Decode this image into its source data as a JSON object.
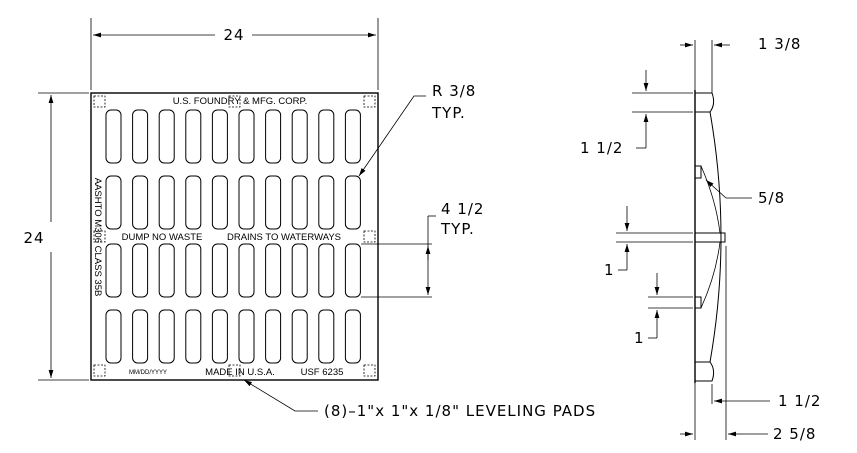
{
  "plan_view": {
    "width_dim": "24",
    "height_dim": "24",
    "top_text": "U.S. FOUNDRY & MFG. CORP.",
    "side_text": "AASHTO M306 CLASS 35B",
    "mid_left_text": "DUMP NO WASTE",
    "mid_right_text": "DRAINS TO WATERWAYS",
    "date_code": "MM/DD/YYYY",
    "made_in": "MADE IN U.S.A.",
    "part_no": "USF 6235",
    "radius_note_line1": "R 3/8",
    "radius_note_line2": "TYP.",
    "slot_note_line1": "4 1/2",
    "slot_note_line2": "TYP.",
    "pads_note": "(8)–1\"x 1\"x 1/8\" LEVELING PADS"
  },
  "section_view": {
    "top_thickness": "1 3/8",
    "rim_height": "1 1/2",
    "side_offset": "5/8",
    "rib_height_upper": "1",
    "rib_height_lower": "1",
    "bottom_offset": "1 1/2",
    "overall_depth": "2 5/8"
  }
}
